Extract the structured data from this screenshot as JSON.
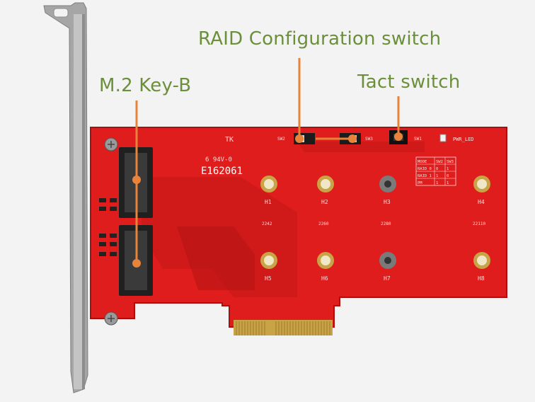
{
  "colors": {
    "callout_text": "#6b8f3a",
    "callout_line": "#e8833a",
    "pcb": "#e01d1d",
    "pcb_dark": "#b81414",
    "bracket": "#9a9a9a",
    "gold": "#c8a447"
  },
  "callouts": {
    "raid": "RAID Configuration switch",
    "m2": "M.2 Key-B",
    "tact": "Tact switch"
  },
  "silkscreen": {
    "tk": "TK",
    "ul": "6 94V-0",
    "ul_code": "E162061",
    "sw2": "SW2",
    "sw3": "SW3",
    "sw1": "SW1",
    "pwr_led": "PWR_LED",
    "h1": "H1",
    "h2": "H2",
    "h3": "H3",
    "h4": "H4",
    "h5": "H5",
    "h6": "H6",
    "h7": "H7",
    "h8": "H8",
    "s2242": "2242",
    "s2260": "2260",
    "s2280": "2280",
    "s22110": "22110",
    "table": {
      "headers": [
        "MODE",
        "SW2",
        "SW3"
      ],
      "rows": [
        [
          "RAID 0",
          "0",
          "1"
        ],
        [
          "RAID 1",
          "1",
          "0"
        ],
        [
          "PM",
          "1",
          "1"
        ]
      ]
    }
  }
}
